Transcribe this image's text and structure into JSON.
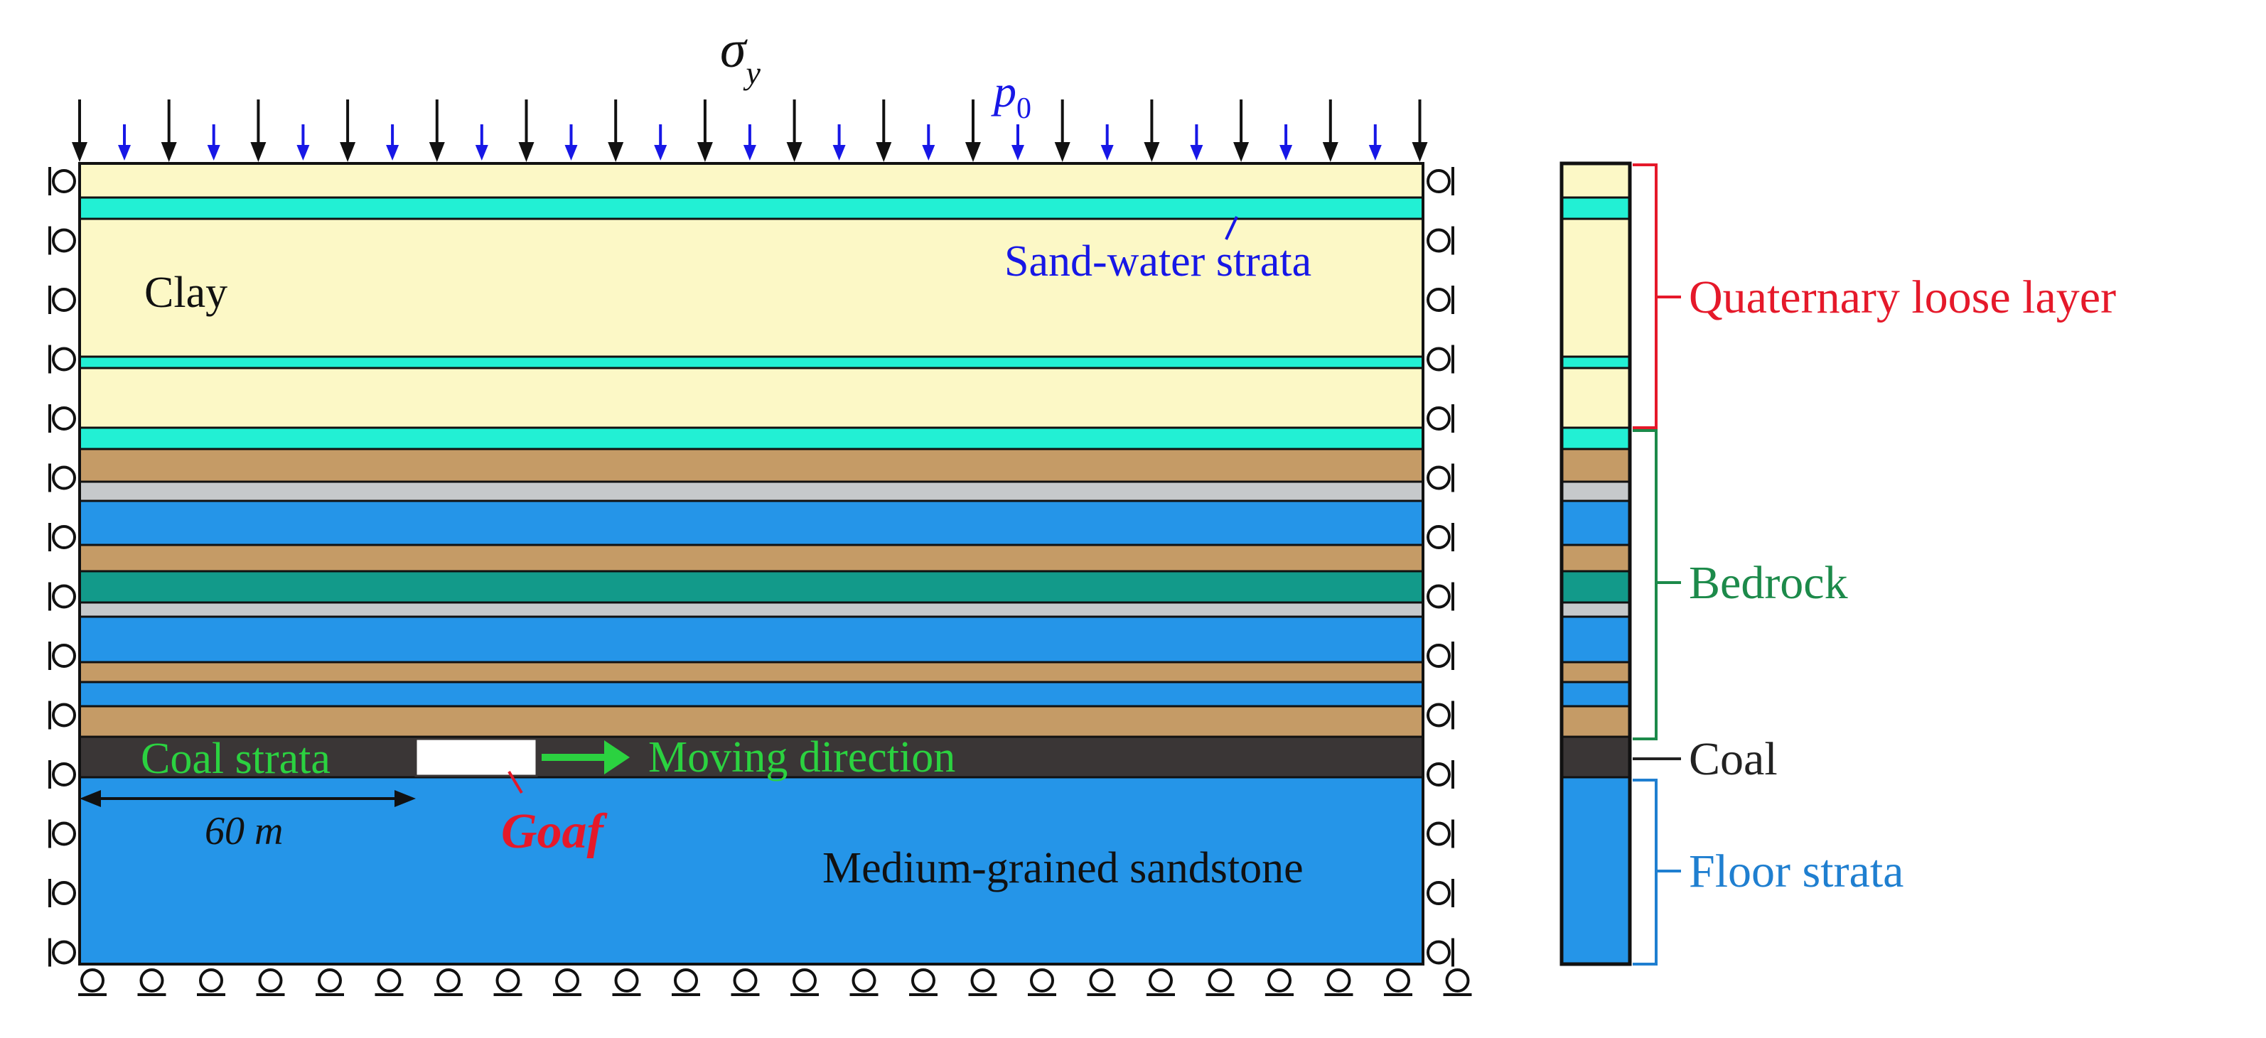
{
  "labels": {
    "sigma_main": "σ",
    "sigma_sub": "y",
    "p_main": "p",
    "p_sub": "0",
    "sand_water": "Sand-water strata",
    "clay": "Clay",
    "coal_strata": "Coal strata",
    "moving_direction": "Moving direction",
    "goaf": "Goaf",
    "distance": "60 m",
    "sandstone": "Medium-grained sandstone"
  },
  "column_groups": {
    "quaternary": "Quaternary loose layer",
    "bedrock": "Bedrock",
    "coal": "Coal",
    "floor": "Floor strata"
  },
  "colors": {
    "clay": "#FCF8C6",
    "sand_water": "#22F0D4",
    "brown": "#C59B66",
    "gray": "#C6C9CB",
    "blue": "#2595E8",
    "teal": "#129A8A",
    "coal": "#3A3636",
    "goaf": "#FFFFFF",
    "green_label": "#2BD240",
    "goaf_label": "#E5192A",
    "blue_label": "#1717E6",
    "quaternary": "#E5192A",
    "bedrock": "#1C8A4A",
    "floor": "#1F7FD0",
    "coal_label": "#222222"
  }
}
